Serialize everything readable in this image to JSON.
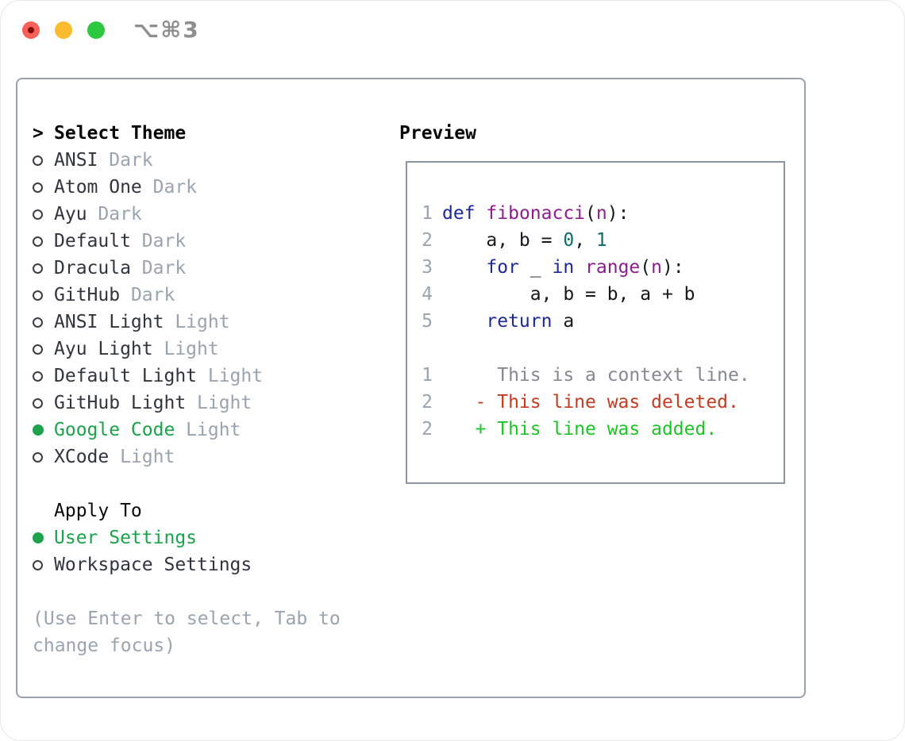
{
  "window": {
    "title": "⌥⌘3",
    "traffic_lights": [
      "close",
      "minimize",
      "zoom"
    ]
  },
  "theme_list": {
    "prompt_char": ">",
    "header_label": "Select Theme",
    "items": [
      {
        "name": "ANSI",
        "variant": "Dark",
        "selected": false
      },
      {
        "name": "Atom One",
        "variant": "Dark",
        "selected": false
      },
      {
        "name": "Ayu",
        "variant": "Dark",
        "selected": false
      },
      {
        "name": "Default",
        "variant": "Dark",
        "selected": false
      },
      {
        "name": "Dracula",
        "variant": "Dark",
        "selected": false
      },
      {
        "name": "GitHub",
        "variant": "Dark",
        "selected": false
      },
      {
        "name": "ANSI Light",
        "variant": "Light",
        "selected": false
      },
      {
        "name": "Ayu Light",
        "variant": "Light",
        "selected": false
      },
      {
        "name": "Default Light",
        "variant": "Light",
        "selected": false
      },
      {
        "name": "GitHub Light",
        "variant": "Light",
        "selected": false
      },
      {
        "name": "Google Code",
        "variant": "Light",
        "selected": true
      },
      {
        "name": "XCode",
        "variant": "Light",
        "selected": false
      }
    ]
  },
  "apply_to": {
    "label": "Apply To",
    "options": [
      {
        "name": "User Settings",
        "selected": true
      },
      {
        "name": "Workspace Settings",
        "selected": false
      }
    ]
  },
  "hint": {
    "lines": [
      "(Use Enter to select, Tab to",
      "change focus)"
    ]
  },
  "preview": {
    "label": "Preview",
    "code_lines": [
      {
        "number": "1",
        "tokens": [
          {
            "t": "def",
            "c": "keyword"
          },
          {
            "t": " ",
            "c": "plain"
          },
          {
            "t": "fibonacci",
            "c": "title"
          },
          {
            "t": "(",
            "c": "plain"
          },
          {
            "t": "n",
            "c": "title"
          },
          {
            "t": "):",
            "c": "plain"
          }
        ]
      },
      {
        "number": "2",
        "tokens": [
          {
            "t": "    a, b = ",
            "c": "plain"
          },
          {
            "t": "0",
            "c": "number"
          },
          {
            "t": ", ",
            "c": "plain"
          },
          {
            "t": "1",
            "c": "number"
          }
        ]
      },
      {
        "number": "3",
        "tokens": [
          {
            "t": "    ",
            "c": "plain"
          },
          {
            "t": "for",
            "c": "keyword"
          },
          {
            "t": " _ ",
            "c": "plain"
          },
          {
            "t": "in",
            "c": "keyword"
          },
          {
            "t": " ",
            "c": "plain"
          },
          {
            "t": "range",
            "c": "title"
          },
          {
            "t": "(",
            "c": "plain"
          },
          {
            "t": "n",
            "c": "title"
          },
          {
            "t": "):",
            "c": "plain"
          }
        ]
      },
      {
        "number": "4",
        "tokens": [
          {
            "t": "        a, b = b, a + b",
            "c": "plain"
          }
        ]
      },
      {
        "number": "5",
        "tokens": [
          {
            "t": "    ",
            "c": "plain"
          },
          {
            "t": "return",
            "c": "keyword"
          },
          {
            "t": " a",
            "c": "plain"
          }
        ]
      }
    ],
    "diff_lines": [
      {
        "number": "1",
        "tokens": [
          {
            "t": "     This is a context line.",
            "c": "context"
          }
        ]
      },
      {
        "number": "2",
        "tokens": [
          {
            "t": "   ",
            "c": "plain"
          },
          {
            "t": "- This line was deleted.",
            "c": "removed"
          }
        ]
      },
      {
        "number": "2",
        "tokens": [
          {
            "t": "   ",
            "c": "plain"
          },
          {
            "t": "+ This line was added.",
            "c": "added"
          }
        ]
      }
    ]
  },
  "colors": {
    "accent_green": "#1ba24b",
    "muted_gray": "#9aa4af",
    "panel_border": "#99a1ac",
    "codebox_border": "#8e959f",
    "syntax_keyword": "#1e2896",
    "syntax_title": "#8c1e8c",
    "syntax_number": "#116b6b",
    "diff_context": "#85898f",
    "diff_removed": "#c53b22",
    "diff_added": "#1ec427",
    "traffic_red": "#f8605a",
    "traffic_yellow": "#fcbb2f",
    "traffic_green": "#2bc840"
  }
}
